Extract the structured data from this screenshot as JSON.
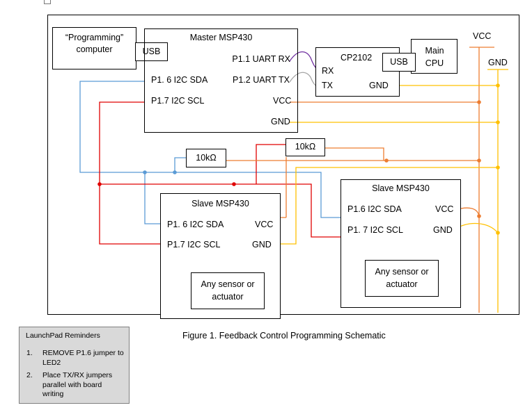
{
  "figure_caption": "Figure 1. Feedback Control Programming Schematic",
  "colors": {
    "blue": "#5b9bd5",
    "red": "#e00000",
    "orange": "#ed7d31",
    "yellow": "#ffc000",
    "purple": "#7030a0",
    "gray": "#a6a6a6"
  },
  "programming_computer": {
    "label": "“Programming” computer",
    "usb": "USB"
  },
  "master": {
    "title": "Master MSP430",
    "p11": "P1.1 UART RX",
    "p12": "P1.2 UART TX",
    "p16": "P1. 6 I2C SDA",
    "p17": "P1.7 I2C SCL",
    "vcc": "VCC",
    "gnd": "GND"
  },
  "cp2102": {
    "title": "CP2102",
    "rx": "RX",
    "tx": "TX",
    "gnd": "GND",
    "usb": "USB"
  },
  "main_cpu": {
    "label": "Main CPU"
  },
  "rails": {
    "vcc": "VCC",
    "gnd": "GND"
  },
  "resistors": {
    "r1": "10kΩ",
    "r2": "10kΩ"
  },
  "slave1": {
    "title": "Slave MSP430",
    "p16": "P1. 6 I2C SDA",
    "p17": "P1.7 I2C SCL",
    "vcc": "VCC",
    "gnd": "GND",
    "sensor": "Any sensor or actuator"
  },
  "slave2": {
    "title": "Slave MSP430",
    "p16": "P1.6 I2C SDA",
    "p17": "P1. 7 I2C SCL",
    "vcc": "VCC",
    "gnd": "GND",
    "sensor": "Any sensor or actuator"
  },
  "reminders": {
    "title": "LaunchPad Reminders",
    "items": [
      "REMOVE P1.6 jumper to LED2",
      "Place TX/RX jumpers parallel with board writing"
    ],
    "numbers": [
      "1.",
      "2."
    ]
  }
}
